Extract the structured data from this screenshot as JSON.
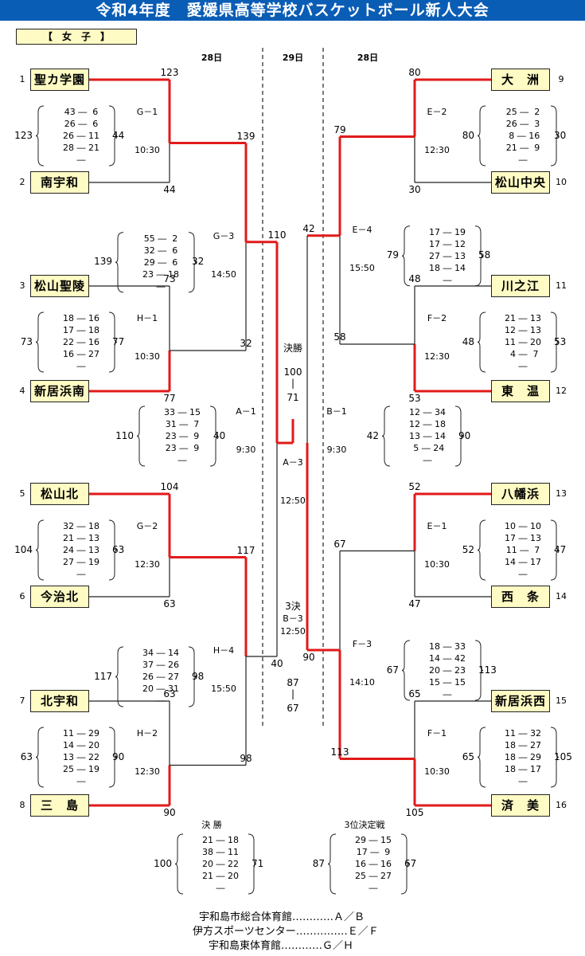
{
  "title": "令和4年度　愛媛県高等学校バスケットボール新人大会",
  "division": "【　女　子　】",
  "days": {
    "left": "28日",
    "center": "29日",
    "right": "28日"
  },
  "colors": {
    "header": "#0a5db5",
    "team_box": "#fffbc4",
    "winner_line": "#e11a1a"
  },
  "teams": [
    {
      "no": "1",
      "name": "聖カ学園"
    },
    {
      "no": "2",
      "name": "南宇和"
    },
    {
      "no": "3",
      "name": "松山聖陵"
    },
    {
      "no": "4",
      "name": "新居浜南"
    },
    {
      "no": "5",
      "name": "松山北"
    },
    {
      "no": "6",
      "name": "今治北"
    },
    {
      "no": "7",
      "name": "北宇和"
    },
    {
      "no": "8",
      "name": "三　島"
    },
    {
      "no": "9",
      "name": "大　洲"
    },
    {
      "no": "10",
      "name": "松山中央"
    },
    {
      "no": "11",
      "name": "川之江"
    },
    {
      "no": "12",
      "name": "東　温"
    },
    {
      "no": "13",
      "name": "八幡浜"
    },
    {
      "no": "14",
      "name": "西　条"
    },
    {
      "no": "15",
      "name": "新居浜西"
    },
    {
      "no": "16",
      "name": "済　美"
    }
  ],
  "games": [
    {
      "id": "G－1",
      "time": "10:30",
      "top": "123",
      "bottom": "44",
      "quarters": [
        "43 ―  6",
        "26 ―  6",
        "26 ― 11",
        "28 ― 21",
        "―"
      ]
    },
    {
      "id": "H－1",
      "time": "10:30",
      "top": "73",
      "bottom": "77",
      "quarters": [
        "18 ― 16",
        "17 ― 18",
        "22 ― 16",
        "16 ― 27",
        "―"
      ]
    },
    {
      "id": "G－2",
      "time": "12:30",
      "top": "104",
      "bottom": "63",
      "quarters": [
        "32 ― 18",
        "21 ― 13",
        "24 ― 13",
        "27 ― 19",
        "―"
      ]
    },
    {
      "id": "H－2",
      "time": "12:30",
      "top": "63",
      "bottom": "90",
      "quarters": [
        "11 ― 29",
        "14 ― 20",
        "13 ― 22",
        "25 ― 19",
        "―"
      ]
    },
    {
      "id": "E－2",
      "time": "12:30",
      "top": "80",
      "bottom": "30",
      "quarters": [
        "25 ―  2",
        "26 ―  3",
        " 8 ― 16",
        "21 ―  9",
        "―"
      ]
    },
    {
      "id": "F－2",
      "time": "12:30",
      "top": "48",
      "bottom": "53",
      "quarters": [
        "21 ― 13",
        "12 ― 13",
        "11 ― 20",
        " 4 ―  7",
        "―"
      ]
    },
    {
      "id": "E－1",
      "time": "10:30",
      "top": "52",
      "bottom": "47",
      "quarters": [
        "10 ― 10",
        "17 ― 13",
        "11 ―  7",
        "14 ― 17",
        "―"
      ]
    },
    {
      "id": "F－1",
      "time": "10:30",
      "top": "65",
      "bottom": "105",
      "quarters": [
        "11 ― 32",
        "18 ― 27",
        "18 ― 29",
        "18 ― 17",
        "―"
      ]
    },
    {
      "id": "G－3",
      "time": "14:50",
      "top": "139",
      "bottom": "32",
      "quarters": [
        "55 ―  2",
        "32 ―  6",
        "29 ―  6",
        "23 ― 18",
        "―"
      ]
    },
    {
      "id": "H－4",
      "time": "15:50",
      "top": "117",
      "bottom": "98",
      "quarters": [
        "34 ― 14",
        "37 ― 26",
        "26 ― 27",
        "20 ― 31",
        "―"
      ]
    },
    {
      "id": "E－4",
      "time": "15:50",
      "top": "79",
      "bottom": "58",
      "quarters": [
        "17 ― 19",
        "17 ― 12",
        "27 ― 13",
        "18 ― 14",
        "―"
      ]
    },
    {
      "id": "F－3",
      "time": "14:10",
      "top": "67",
      "bottom": "113",
      "quarters": [
        "18 ― 33",
        "14 ― 42",
        "20 ― 23",
        "15 ― 15",
        "―"
      ]
    },
    {
      "id": "A－1",
      "time": "9:30",
      "top": "110",
      "bottom": "40",
      "quarters": [
        "33 ― 15",
        "31 ―  7",
        "23 ―  9",
        "23 ―  9",
        "―"
      ]
    },
    {
      "id": "B－1",
      "time": "9:30",
      "top": "42",
      "bottom": "90",
      "quarters": [
        "12 ― 34",
        "12 ― 18",
        "13 ― 14",
        " 5 ― 24",
        "―"
      ]
    },
    {
      "id": "A－3",
      "time": "12:50"
    },
    {
      "id": "B－3",
      "time": "12:50"
    }
  ],
  "semis": {
    "g3_score": "110",
    "e4_score": "42",
    "h4_score": "40",
    "f3_score": "90"
  },
  "final": {
    "label": "決勝",
    "top": "100",
    "dash": "|",
    "bottom": "71",
    "box_title": "決 勝",
    "left_total": "100",
    "right_total": "71",
    "quarters": [
      "21 ― 18",
      "38 ― 11",
      "20 ― 22",
      "21 ― 20",
      "―"
    ]
  },
  "third": {
    "label": "3決",
    "top": "87",
    "dash": "|",
    "bottom": "67",
    "box_title": "3位決定戦",
    "left_total": "87",
    "right_total": "67",
    "quarters": [
      "29 ― 15",
      "17 ―  9",
      "16 ― 16",
      "25 ― 27",
      "―"
    ]
  },
  "venues": [
    "宇和島市総合体育館…………Ａ／Ｂ",
    "伊方スポーツセンター……………Ｅ／Ｆ",
    "宇和島東体育館…………Ｇ／Ｈ"
  ]
}
